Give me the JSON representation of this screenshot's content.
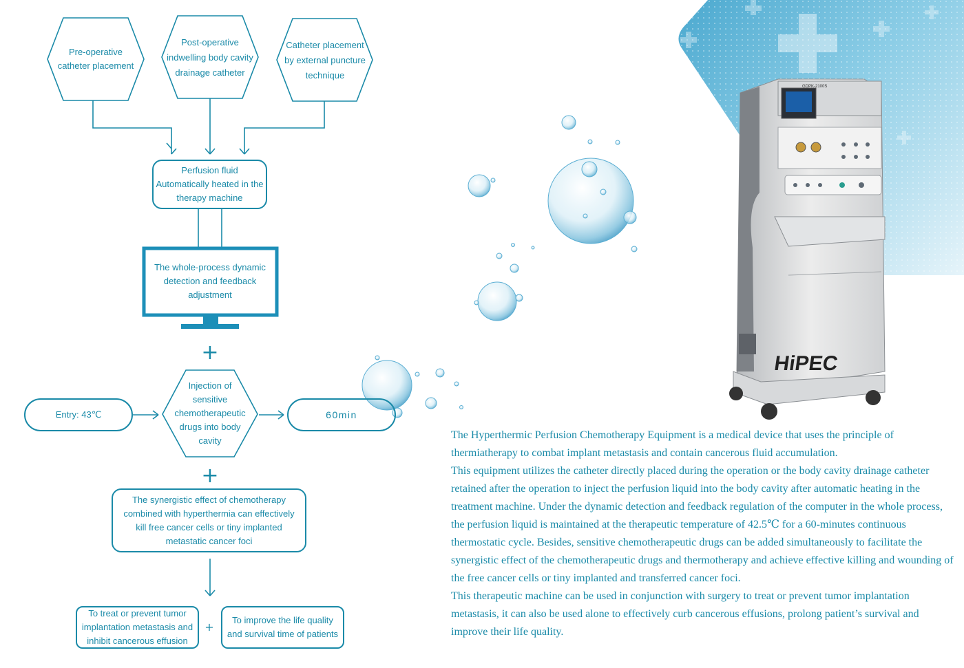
{
  "flow": {
    "hex_pre_op": "Pre-operative\ncatheter placement",
    "hex_post_op": "Post-operative\nindwelling body cavity\ndrainage catheter",
    "hex_external": "Catheter placement\nby external puncture\ntechnique",
    "perfusion": "Perfusion fluid\nAutomatically heated in the\ntherapy machine",
    "monitor": "The whole-process dynamic\ndetection and feedback\nadjustment",
    "injection": "Injection of\nsensitive\nchemotherapeutic\ndrugs into body\ncavity",
    "entry": "Entry: 43℃",
    "duration": "60min",
    "synergy": "The synergistic effect of chemotherapy\ncombined with hyperthermia can effectively\nkill free cancer cells or tiny implanted\nmetastatic cancer foci",
    "treat": "To treat or prevent tumor\nimplantation metastasis and\ninhibit cancerous effusion",
    "improve": "To improve the life quality\nand survival time of patients",
    "plus": "+"
  },
  "machine": {
    "model": "GDPK-2100S",
    "brand": "HiPEC"
  },
  "description": {
    "p1": "The Hyperthermic Perfusion Chemotherapy Equipment is a medical device that uses the principle of thermiatherapy to combat implant metastasis and contain cancerous fluid accumulation.",
    "p2": "This equipment utilizes the catheter directly placed during the operation or the body cavity drainage catheter retained after the operation to inject the perfusion liquid into the body cavity after automatic heating in the treatment machine. Under the dynamic detection and feedback regulation of the computer in the whole process, the perfusion liquid is maintained at the therapeutic temperature of 42.5℃ for a 60-minutes continuous thermostatic cycle. Besides, sensitive chemotherapeutic drugs can be added simultaneously to facilitate the synergistic effect of the chemotherapeutic drugs and thermotherapy and achieve effective killing and wounding of the free cancer cells or tiny implanted and transferred cancer foci.",
    "p3": "This therapeutic machine can be used in conjunction with surgery to treat or prevent tumor implantation metastasis, it can also be used alone to effectively curb cancerous effusions, prolong patient’s survival and improve their life quality."
  },
  "colors": {
    "accent": "#1a8aa8",
    "monitor": "#1c8fb8",
    "panel_bg": "#5fb7d8"
  }
}
